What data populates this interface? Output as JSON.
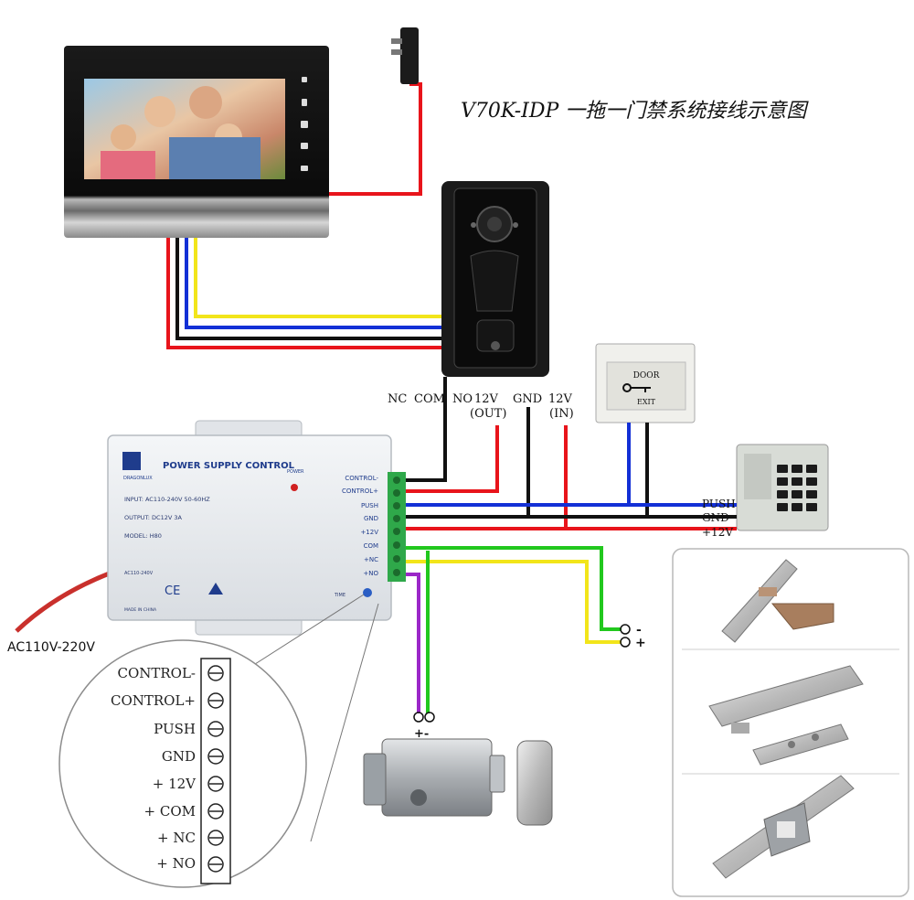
{
  "title": "V70K-IDP 一拖一门禁系统接线示意图",
  "doorbell_terminals": {
    "nc": "NC",
    "com": "COM",
    "no": "NO",
    "v12_out": "12V",
    "v12_out_sub": "(OUT)",
    "gnd": "GND",
    "v12_in": "12V",
    "v12_in_sub": "(IN)"
  },
  "power_supply": {
    "title": "POWER SUPPLY CONTROL",
    "brand": "DRAGONLUX",
    "power_label": "POWER",
    "input": "INPUT: AC110-240V  50-60HZ",
    "output": "OUTPUT: DC12V  3A",
    "model": "MODEL: H80",
    "rating": "AC110-240V",
    "made_in": "MADE IN CHINA",
    "ce": "CE",
    "time": "TIME",
    "terminals": [
      "CONTROL-",
      "CONTROL+",
      "PUSH",
      "GND",
      "+12V",
      "COM",
      "+NC",
      "+NO"
    ]
  },
  "mains_label": "AC110V-220V",
  "zoom_terminals": [
    "CONTROL-",
    "CONTROL+",
    "PUSH",
    "GND",
    "+ 12V",
    "+ COM",
    "+ NC",
    "+ NO"
  ],
  "exit_button": {
    "top": "DOOR",
    "bottom": "EXIT"
  },
  "keypad_wires": {
    "push": "PUSH",
    "gnd": "GND",
    "v12": "+12V"
  },
  "polarity": {
    "minus": "-",
    "plus": "+",
    "lock_pm": "+-"
  },
  "colors": {
    "red": "#e8141b",
    "black": "#111111",
    "blue": "#1330d6",
    "yellow": "#f2e51a",
    "green": "#22c81e",
    "purple": "#9b27c8"
  }
}
